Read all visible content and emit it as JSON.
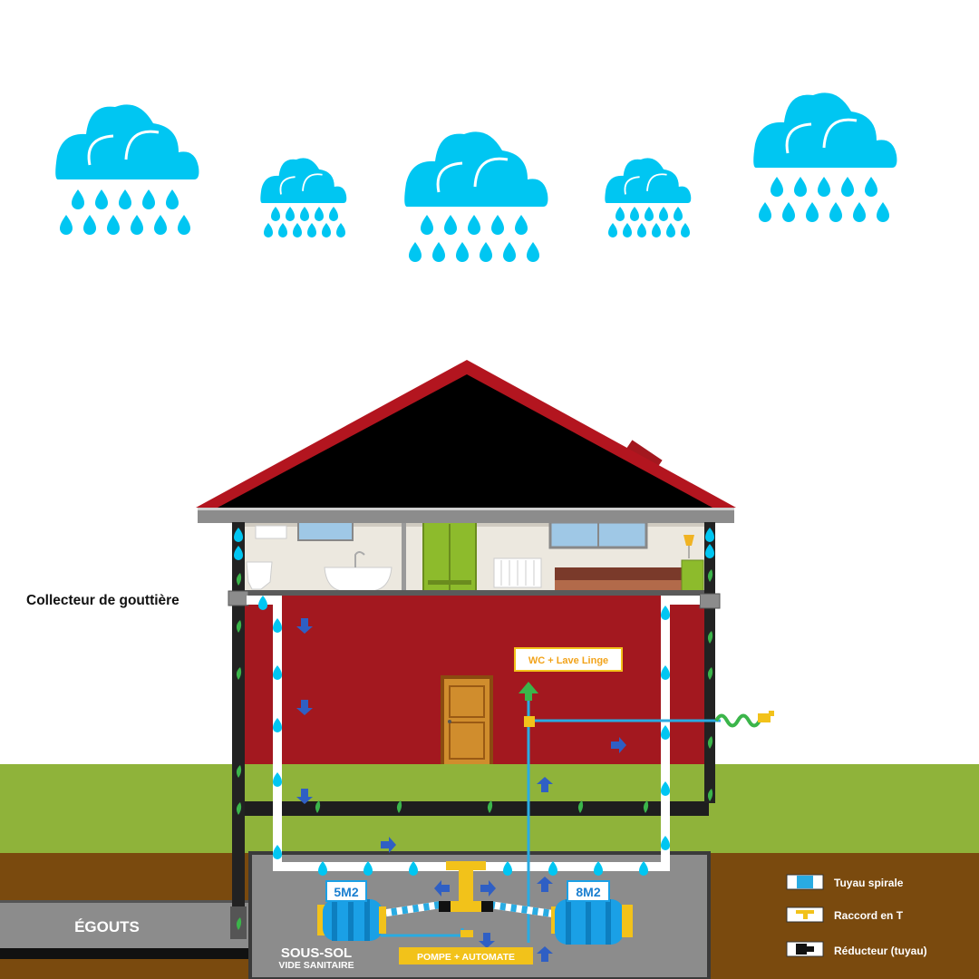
{
  "labels": {
    "collector": "Collecteur de gouttière",
    "wc": "WC + Lave Linge",
    "sewer": "ÉGOUTS",
    "basement": "SOUS-SOL",
    "crawlspace": "VIDE SANITAIRE",
    "tank_left": "5M2",
    "tank_right": "8M2",
    "pump": "POMPE + AUTOMATE"
  },
  "legend": [
    {
      "icon": "spiral-pipe-icon",
      "label": "Tuyau spirale"
    },
    {
      "icon": "t-fitting-icon",
      "label": "Raccord en T"
    },
    {
      "icon": "reducer-icon",
      "label": "Réducteur (tuyau)"
    }
  ],
  "colors": {
    "cloud": "#00c6f2",
    "roof": "#b3151f",
    "wall": "#a3181f",
    "grass": "#8fb33a",
    "soil": "#7a4a0e",
    "basement": "#8c8c8c",
    "pipe": "#29abe2",
    "arrow": "#2f5fc4",
    "label_yellow": "#f2c21a"
  }
}
